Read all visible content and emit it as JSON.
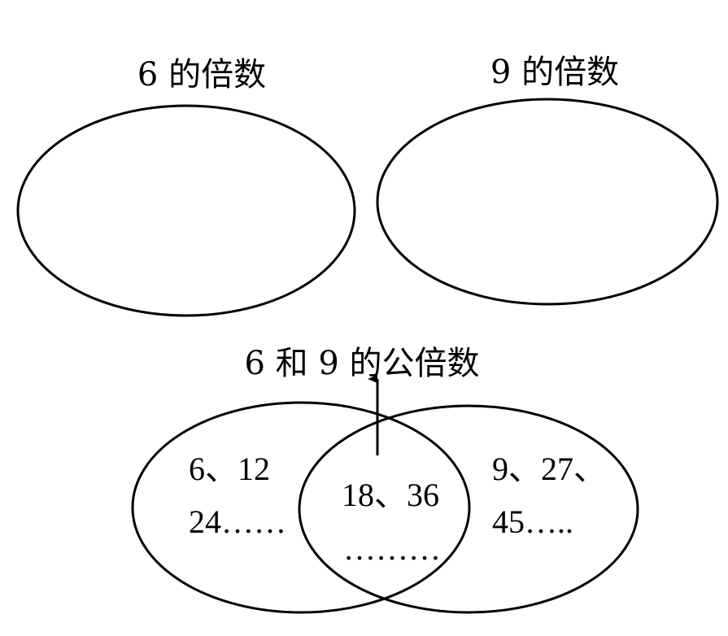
{
  "top_left": {
    "title": "6 的倍数"
  },
  "top_right": {
    "title": "9 的倍数"
  },
  "bottom": {
    "common_title": "6 和 9 的公倍数",
    "left_line1": "6、12",
    "left_line2": "24……",
    "middle_line1": "18、36",
    "middle_line2": "………",
    "right_line1": "9、27、",
    "right_line2": "45….."
  }
}
